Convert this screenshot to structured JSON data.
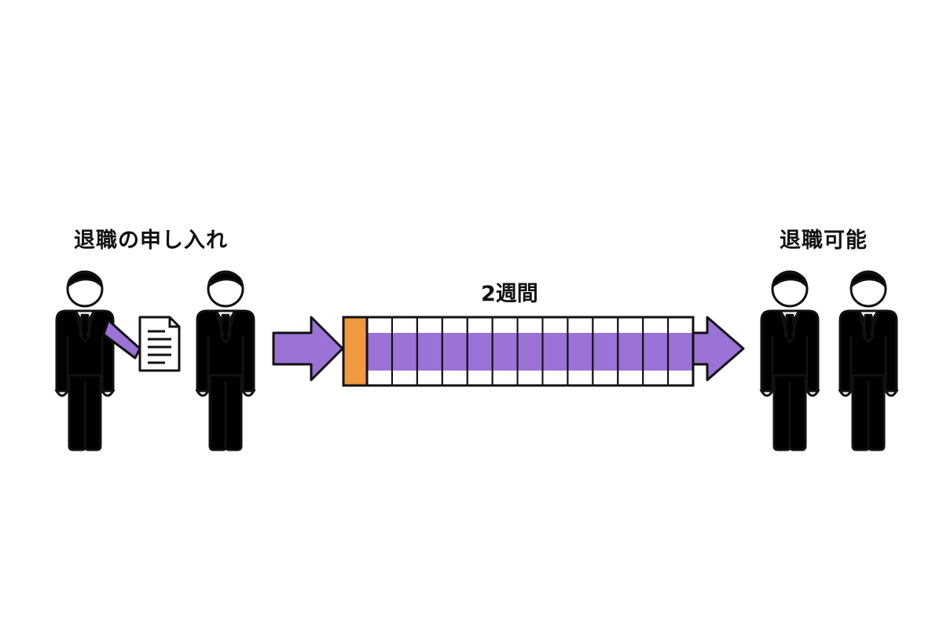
{
  "labels": {
    "request": "退職の申し入れ",
    "period": "2週間",
    "resignation_possible": "退職可能"
  },
  "timeline": {
    "days": 14,
    "elapsed_days": 1
  },
  "colors": {
    "employee_suit": "#9b72d6",
    "manager_suit": "#1e5764",
    "hair_employee": "#9b72d6",
    "hair_manager": "#ef9a3f",
    "tie_employee": "#ffffff",
    "tie_manager": "#ef9a3f",
    "arrow": "#9b72d6",
    "elapsed_cell": "#ef9a3f",
    "outline": "#111111"
  },
  "icons": {
    "employee": "employee-icon",
    "manager": "manager-icon",
    "document": "resignation-letter-icon"
  }
}
